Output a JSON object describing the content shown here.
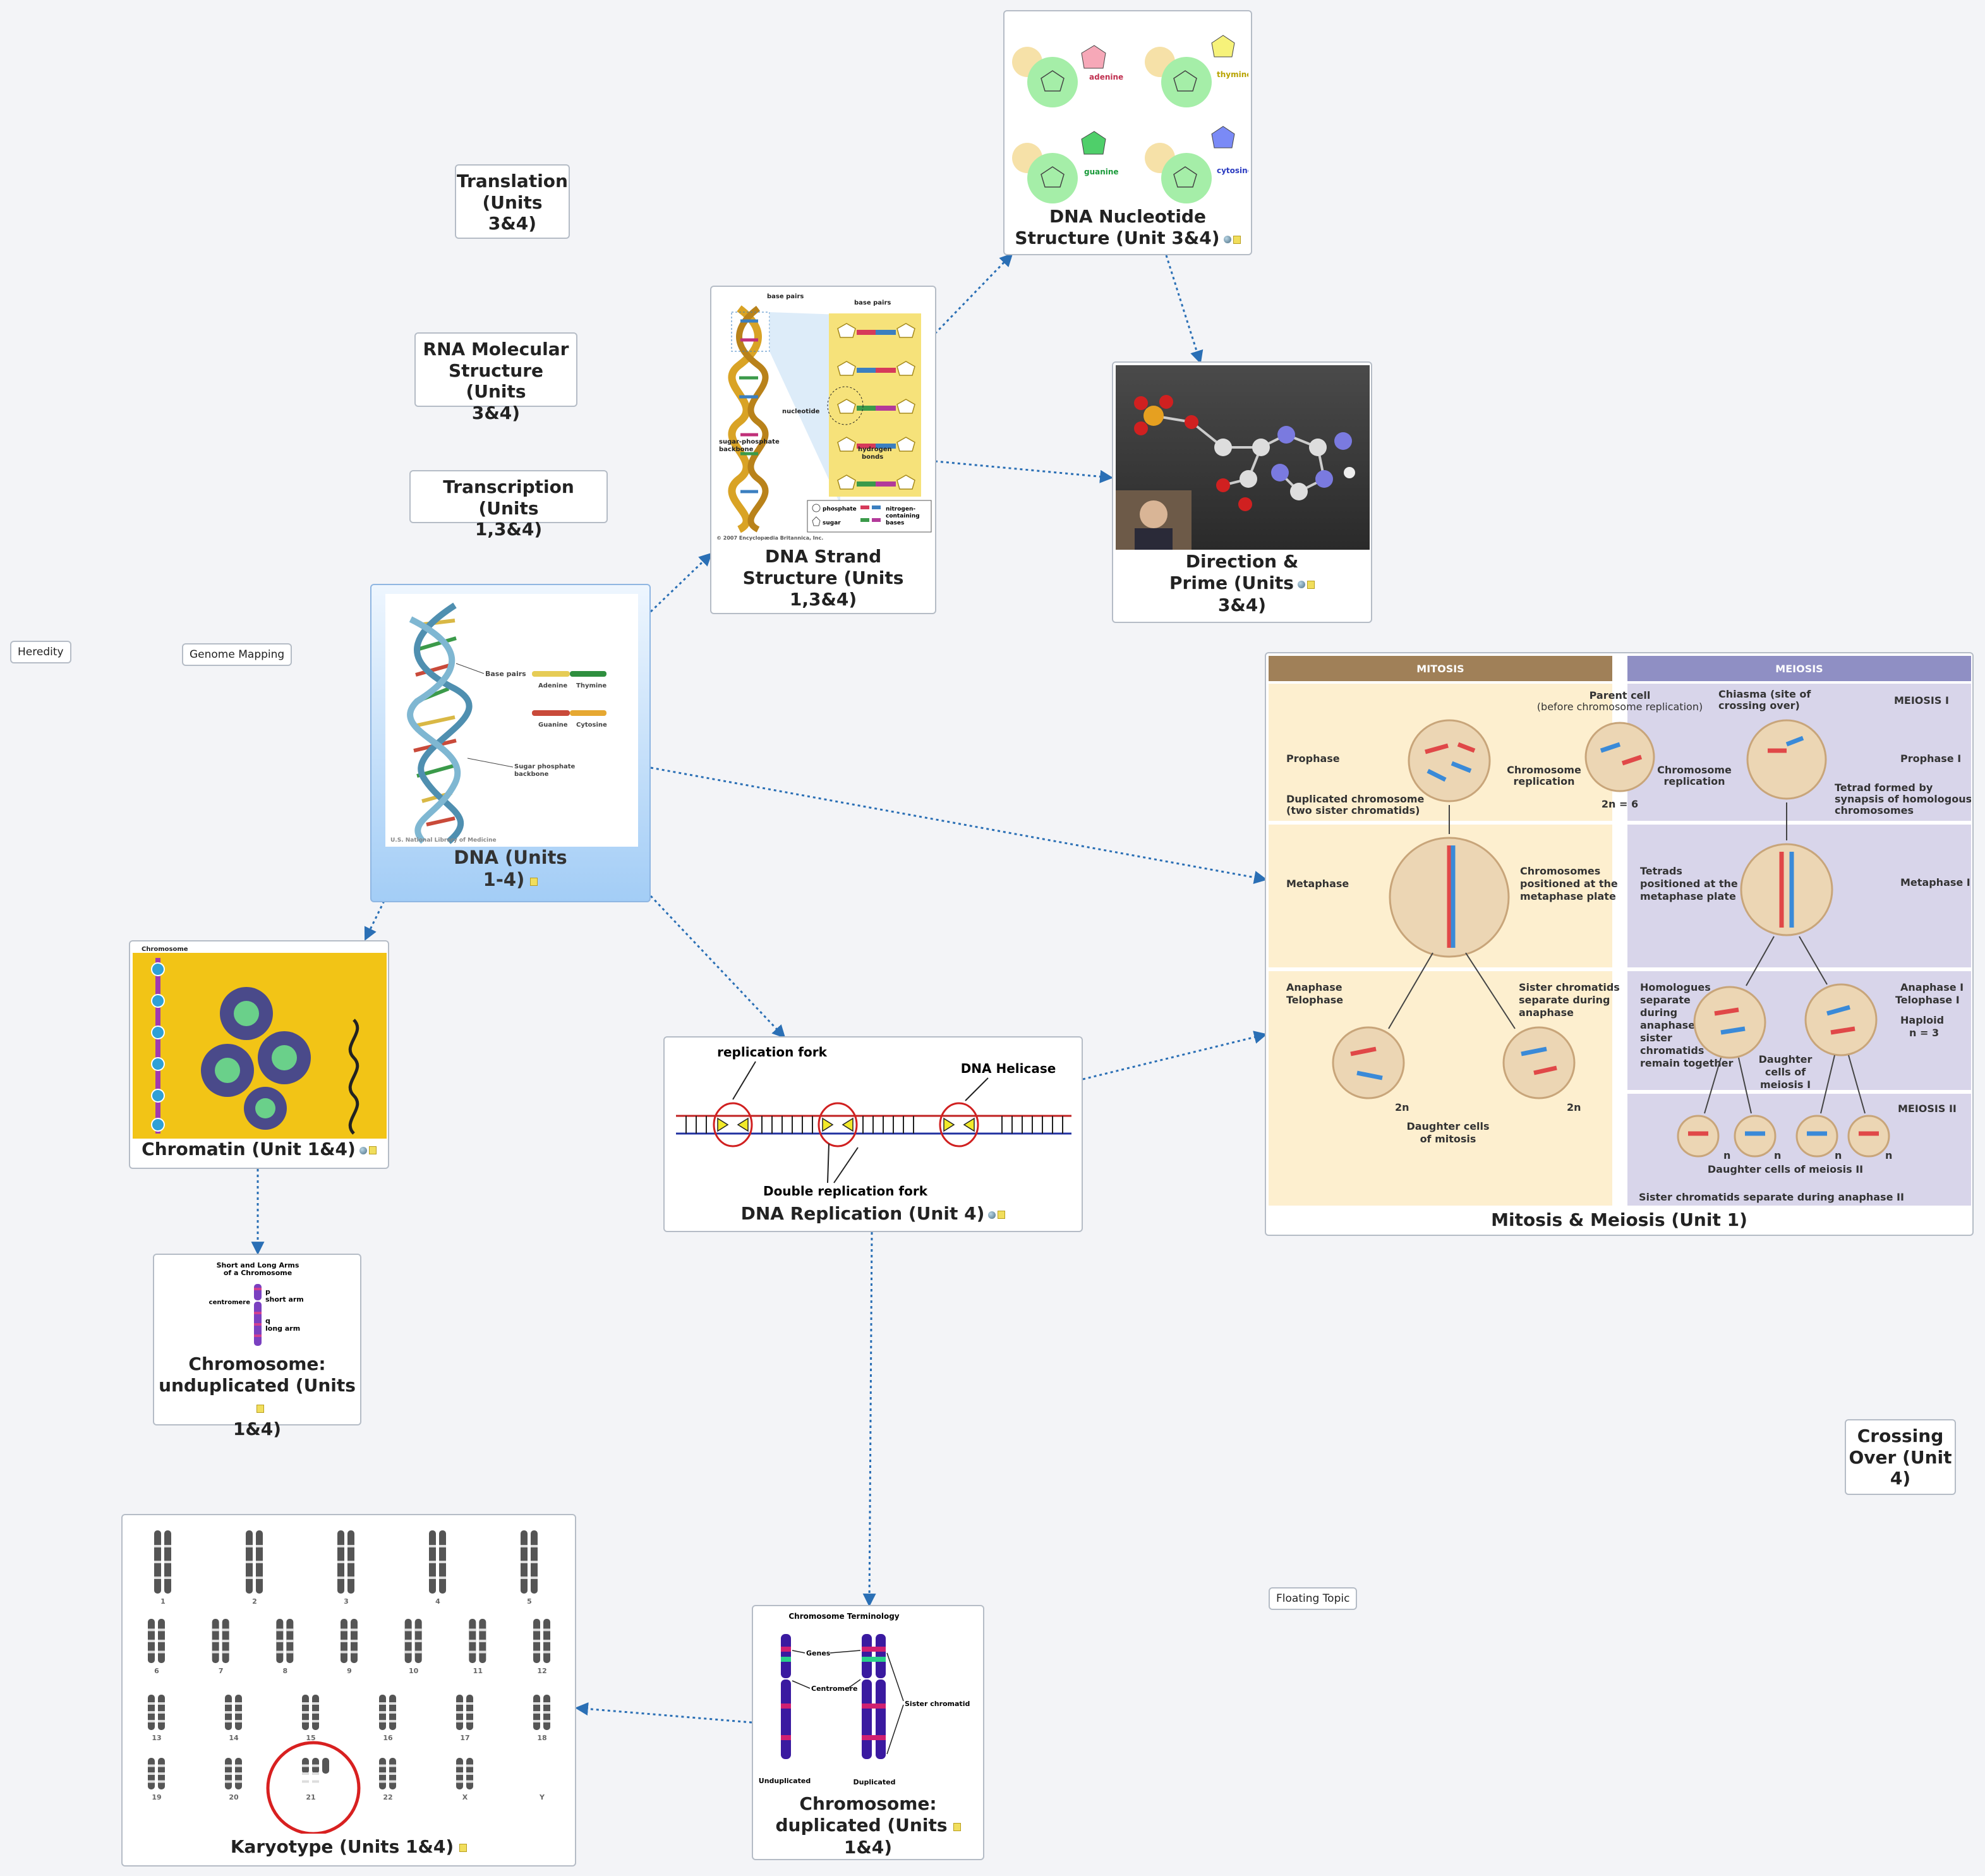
{
  "topics": {
    "dna": "DNA (Units 1-4)",
    "dna_line1": "DNA (Units",
    "dna_line2": "1-4)",
    "translation": [
      "Translation",
      "(Units",
      "3&4)"
    ],
    "rna": [
      "RNA Molecular",
      "Structure (Units",
      "3&4)"
    ],
    "transcription": [
      "Transcription (Units",
      "1,3&4)"
    ],
    "heredity": "Heredity",
    "genome_mapping": "Genome Mapping",
    "dna_strand": [
      "DNA Strand",
      "Structure (Units",
      "1,3&4)"
    ],
    "dna_nucleotide": [
      "DNA Nucleotide",
      "Structure (Unit 3&4)"
    ],
    "direction_prime": [
      "Direction &",
      "Prime (Units",
      "3&4)"
    ],
    "mitosis_meiosis": "Mitosis & Meiosis (Unit 1)",
    "chromatin": "Chromatin (Unit 1&4)",
    "chromosome_unduplicated": [
      "Chromosome:",
      "unduplicated (Units",
      "1&4)"
    ],
    "dna_replication": "DNA Replication (Unit 4)",
    "karyotype": "Karyotype (Units 1&4)",
    "chromosome_duplicated": [
      "Chromosome:",
      "duplicated (Units",
      "1&4)"
    ],
    "crossing_over": [
      "Crossing",
      "Over (Unit",
      "4)"
    ],
    "floating_topic": "Floating Topic"
  },
  "dna_image": {
    "base_pairs": "Base pairs",
    "adenine": "Adenine",
    "thymine": "Thymine",
    "guanine": "Guanine",
    "cytosine": "Cytosine",
    "backbone": "Sugar phosphate",
    "backbone2": "backbone",
    "credit": "U.S. National Library of Medicine"
  },
  "strand_image": {
    "base_pairs_left": "base pairs",
    "base_pairs_right": "base pairs",
    "nucleotide": "nucleotide",
    "backbone1": "sugar-phosphate",
    "backbone2": "backbone",
    "hbonds1": "hydrogen",
    "hbonds2": "bonds",
    "legend_phosphate": "phosphate",
    "legend_sugar": "sugar",
    "legend_bases1": "nitrogen-",
    "legend_bases2": "containing",
    "legend_bases3": "bases",
    "credit": "© 2007 Encyclopædia Britannica, Inc."
  },
  "nucleotide_image": {
    "adenine": "adenine",
    "thymine": "thymine",
    "guanine": "guanine",
    "cytosine": "cytosine"
  },
  "replication_image": {
    "fork": "replication fork",
    "helicase": "DNA Helicase",
    "double_fork": "Double replication fork"
  },
  "unduplicated_image": {
    "title1": "Short and Long Arms",
    "title2": "of a Chromosome",
    "p": "p",
    "short_arm": "short arm",
    "q": "q",
    "long_arm": "long arm",
    "centromere": "centromere"
  },
  "duplicated_image": {
    "title": "Chromosome Terminology",
    "genes": "Genes",
    "centromere": "Centromere",
    "sister": "Sister chromatid",
    "unduplicated": "Unduplicated",
    "duplicated": "Duplicated"
  },
  "karyotype_image": {
    "labels": [
      "1",
      "2",
      "3",
      "4",
      "5",
      "6",
      "7",
      "8",
      "9",
      "10",
      "11",
      "12",
      "13",
      "14",
      "15",
      "16",
      "17",
      "18",
      "19",
      "20",
      "21",
      "22",
      "X",
      "Y"
    ]
  },
  "mitosis_image": {
    "mitosis": "MITOSIS",
    "meiosis": "MEIOSIS",
    "meiosis_1": "MEIOSIS I",
    "meiosis_2": "MEIOSIS II",
    "parent_cell1": "Parent cell",
    "parent_cell2": "(before chromosome replication)",
    "chiasma1": "Chiasma (site of",
    "chiasma2": "crossing over)",
    "prophase": "Prophase",
    "prophase_1": "Prophase I",
    "chrom_rep_a1": "Chromosome",
    "chrom_rep_a2": "replication",
    "chrom_rep_b1": "Chromosome",
    "chrom_rep_b2": "replication",
    "two_n_6": "2n = 6",
    "dup_chrom1": "Duplicated chromosome",
    "dup_chrom2": "(two sister chromatids)",
    "tetrad1": "Tetrad formed by",
    "tetrad2": "synapsis of homologous",
    "tetrad3": "chromosomes",
    "metaphase": "Metaphase",
    "metaphase_1": "Metaphase I",
    "positioned1": "Chromosomes",
    "positioned2": "positioned at the",
    "positioned3": "metaphase plate",
    "tetrads1": "Tetrads",
    "tetrads2": "positioned at the",
    "tetrads3": "metaphase plate",
    "anaphase1": "Anaphase",
    "anaphase2": "Telophase",
    "anaphase_i1": "Anaphase I",
    "anaphase_i2": "Telophase I",
    "sister1": "Sister chromatids",
    "sister2": "separate during",
    "sister3": "anaphase",
    "homologues": [
      "Homologues",
      "separate",
      "during",
      "anaphase I;",
      "sister",
      "chromatids",
      "remain together"
    ],
    "haploid1": "Haploid",
    "haploid2": "n = 3",
    "two_n_a": "2n",
    "two_n_b": "2n",
    "daughter_mitosis1": "Daughter cells",
    "daughter_mitosis2": "of mitosis",
    "daughter_meiosis1_1": "Daughter",
    "daughter_meiosis1_2": "cells of",
    "daughter_meiosis1_3": "meiosis I",
    "n": "n",
    "daughter_meiosis2": "Daughter cells of meiosis II",
    "sister_anaphase2": "Sister chromatids separate during anaphase II"
  },
  "chromatin_image": {
    "title": "Chromosome"
  },
  "colors": {
    "connector": "#2a6fb5",
    "topic_border": "#b5bcc6",
    "central_fill_top": "#e9f3fd",
    "central_fill_bottom": "#a7cff6",
    "mitosis_header": "#a08058",
    "meiosis_header": "#8f8fc4",
    "mitosis_panel": "#fdefcf",
    "meiosis_panel": "#d8d5ea",
    "chromatin_bg": "#f2c416"
  },
  "icons": [
    "globe-icon",
    "note-icon"
  ]
}
